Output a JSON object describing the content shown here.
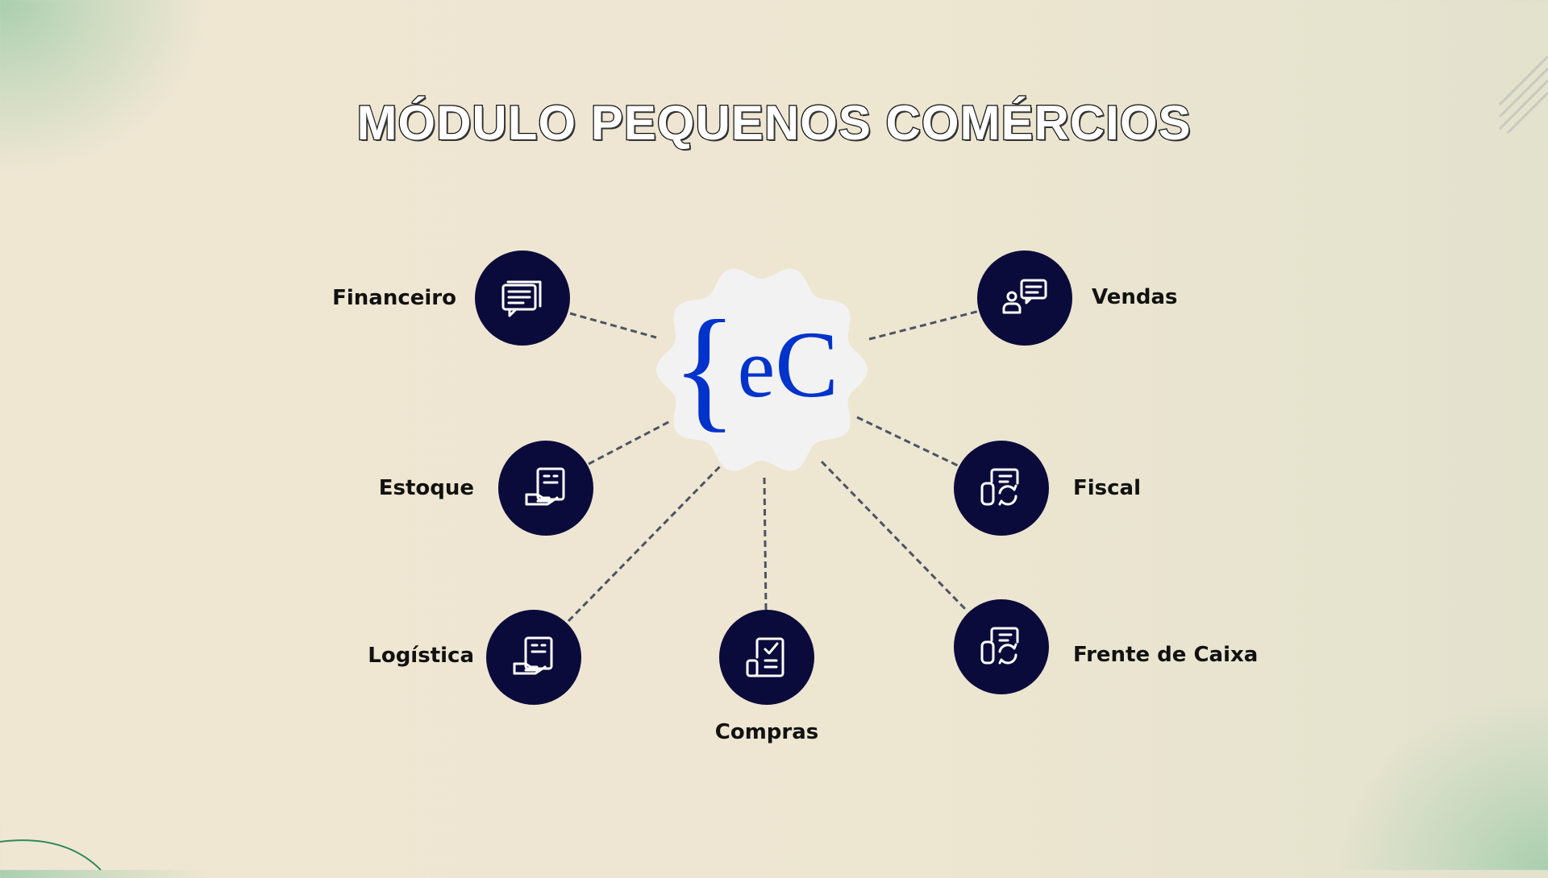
{
  "title": "MÓDULO PEQUENOS COMÉRCIOS",
  "logo": {
    "text": "{eC",
    "color": "#0033cc"
  },
  "modules": [
    {
      "label": "Financeiro",
      "icon": "chat-document-icon"
    },
    {
      "label": "Vendas",
      "icon": "user-chat-icon"
    },
    {
      "label": "Estoque",
      "icon": "hand-document-icon"
    },
    {
      "label": "Fiscal",
      "icon": "document-exchange-icon"
    },
    {
      "label": "Logística",
      "icon": "hand-document-icon"
    },
    {
      "label": "Compras",
      "icon": "checklist-icon"
    },
    {
      "label": "Frente de Caixa",
      "icon": "document-exchange-icon"
    }
  ],
  "colors": {
    "node": "#0b0b3b",
    "connector": "#4a5563"
  }
}
